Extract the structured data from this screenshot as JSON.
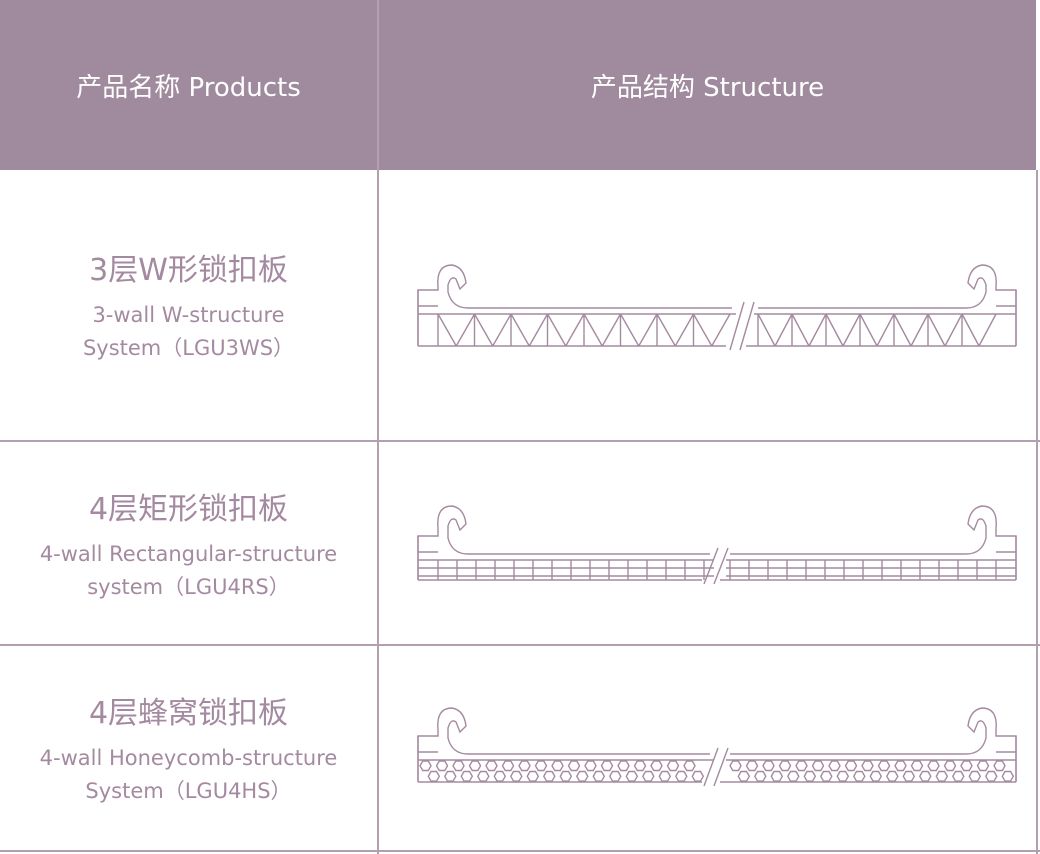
{
  "header": {
    "products": "产品名称 Products",
    "structure": "产品结构  Structure"
  },
  "rows": [
    {
      "cn": "3层W形锁扣板",
      "en1": "3-wall W-structure",
      "en2": "System（LGU3WS）",
      "diagram": "w-structure"
    },
    {
      "cn": "4层矩形锁扣板",
      "en1": "4-wall Rectangular-structure",
      "en2": "system（LGU4RS）",
      "diagram": "rectangular-structure"
    },
    {
      "cn": "4层蜂窝锁扣板",
      "en1": "4-wall Honeycomb-structure",
      "en2": "System（LGU4HS）",
      "diagram": "honeycomb-structure"
    }
  ],
  "colors": {
    "header_bg": "#a08a9e",
    "text": "#a48aa0",
    "line": "#b49fb1"
  }
}
